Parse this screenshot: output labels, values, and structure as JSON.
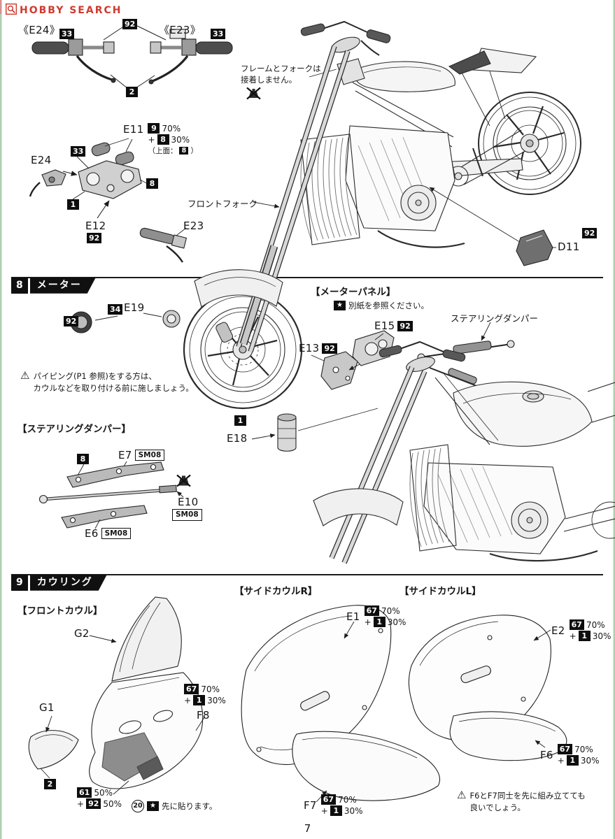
{
  "page": {
    "number": "7"
  },
  "logo": {
    "text": "HOBBY SEARCH"
  },
  "sym": {
    "warn": "⚠",
    "star": "★",
    "plus": "+"
  },
  "top": {
    "left_grip": {
      "label": "《E24》",
      "badge": "33"
    },
    "right_grip": {
      "label": "《E23》",
      "badge": "33"
    },
    "badge_92": "92",
    "badge_2": "2",
    "noglue_line1": "フレームとフォークは",
    "noglue_line2": "接着しません。",
    "e11": "E11",
    "e11_paint": {
      "b1": "9",
      "p1": "70%",
      "b2": "8",
      "p2": "30%",
      "note_pre": "（上面：",
      "note_badge": "8",
      "note_post": "）"
    },
    "e24": "E24",
    "badge_33": "33",
    "badge_1": "1",
    "e12": "E12",
    "badge_92_e12": "92",
    "badge_8": "8",
    "e23": "E23",
    "front_fork": "フロントフォーク",
    "d11": "D11",
    "badge_92_d11": "92"
  },
  "section8": {
    "number": "8",
    "title": "メーター",
    "badge_92": "92",
    "badge_34": "34",
    "e19": "E19",
    "panel_heading": "【メーターパネル】",
    "ref_note": "別紙を参照ください。",
    "e15": "E15",
    "badge_92_e15": "92",
    "e13": "E13",
    "badge_92_e13": "92",
    "damper_label": "ステアリングダンパー",
    "warn_line1": "パイピング(P1 参照)をする方は、",
    "warn_line2": "カウルなどを取り付ける前に施しましょう。",
    "damper_heading": "【ステアリングダンパー】",
    "badge_1": "1",
    "e18": "E18",
    "badge_8": "8",
    "e7": "E7",
    "e7_tag": "SM08",
    "e10": "E10",
    "e10_tag": "SM08",
    "e6": "E6",
    "e6_tag": "SM08"
  },
  "section9": {
    "number": "9",
    "title": "カウリング",
    "front_heading": "【フロントカウル】",
    "g2": "G2",
    "g1": "G1",
    "badge_2": "2",
    "f8": "F8",
    "f8_paint": {
      "b1": "67",
      "p1": "70%",
      "b2": "1",
      "p2": "30%"
    },
    "decal_paint": {
      "b1": "61",
      "p1": "50%",
      "b2": "92",
      "p2": "50%"
    },
    "decal_num": "20",
    "decal_note": "先に貼ります。",
    "side_r_heading": "【サイドカウルR】",
    "e1": "E1",
    "e1_paint": {
      "b1": "67",
      "p1": "70%",
      "b2": "1",
      "p2": "30%"
    },
    "side_l_heading": "【サイドカウルL】",
    "e2": "E2",
    "e2_paint": {
      "b1": "67",
      "p1": "70%",
      "b2": "1",
      "p2": "30%"
    },
    "f6": "F6",
    "f6_paint": {
      "b1": "67",
      "p1": "70%",
      "b2": "1",
      "p2": "30%"
    },
    "f7": "F7",
    "f7_paint": {
      "b1": "67",
      "p1": "70%",
      "b2": "1",
      "p2": "30%"
    },
    "warn_line1": "F6とF7同士を先に組み立てても",
    "warn_line2": "良いでしょう。"
  }
}
